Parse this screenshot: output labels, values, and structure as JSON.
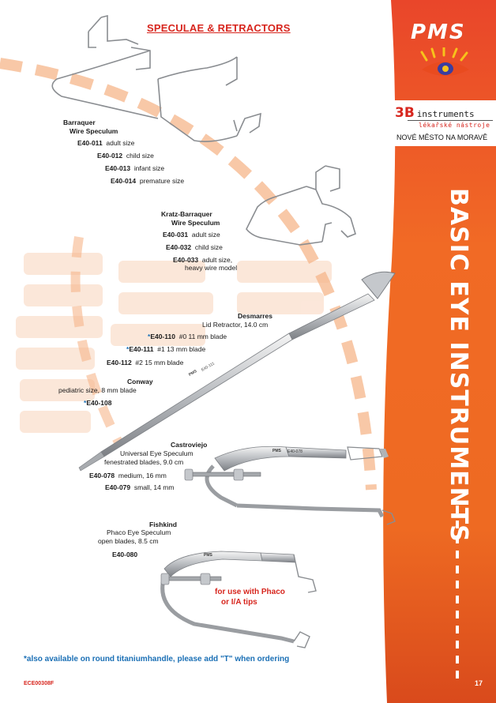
{
  "header": {
    "title": "SPECULAE & RETRACTORS"
  },
  "brand": {
    "logo_text": "PMS",
    "dealer_brand": "3B",
    "dealer_word": "instruments",
    "dealer_sub": "lékařské nástroje",
    "dealer_city": "NOVÉ MĚSTO NA MORAVĚ"
  },
  "side": {
    "title": "BASIC EYE INSTRUMENTS"
  },
  "products": {
    "barraquer": {
      "name1": "Barraquer",
      "name2": "Wire Speculum",
      "items": [
        {
          "code": "E40-011",
          "desc": "adult size"
        },
        {
          "code": "E40-012",
          "desc": "child size"
        },
        {
          "code": "E40-013",
          "desc": "infant size"
        },
        {
          "code": "E40-014",
          "desc": "premature size"
        }
      ]
    },
    "kratz": {
      "name1": "Kratz-Barraquer",
      "name2": "Wire Speculum",
      "items": [
        {
          "code": "E40-031",
          "desc": "adult size"
        },
        {
          "code": "E40-032",
          "desc": "child size"
        },
        {
          "code": "E40-033",
          "desc": "adult size,",
          "desc2": "heavy wire model"
        }
      ]
    },
    "desmarres": {
      "name1": "Desmarres",
      "name2": "Lid Retractor, 14.0 cm",
      "items": [
        {
          "star": "*",
          "code": "E40-110",
          "desc": "#0 11 mm blade"
        },
        {
          "star": "*",
          "code": "E40-111",
          "desc": "#1 13 mm blade"
        },
        {
          "star": "",
          "code": "E40-112",
          "desc": "#2 15 mm blade"
        }
      ]
    },
    "conway": {
      "name1": "Conway",
      "name2": "pediatric size, 8 mm blade",
      "star": "*",
      "code": "E40-108"
    },
    "castroviejo": {
      "name1": "Castroviejo",
      "name2": "Universal Eye Speculum",
      "name3": "fenestrated blades, 9.0 cm",
      "items": [
        {
          "code": "E40-078",
          "desc": "medium, 16 mm"
        },
        {
          "code": "E40-079",
          "desc": "small, 14 mm"
        }
      ]
    },
    "fishkind": {
      "name1": "Fishkind",
      "name2": "Phaco Eye Speculum",
      "name3": "open blades, 8.5 cm",
      "code": "E40-080"
    }
  },
  "instrument_engravings": {
    "desmarres": "E40-111",
    "desmarres_brand": "PMS",
    "castro": "E40-078",
    "castro_brand": "PMS",
    "fish_brand": "PMS"
  },
  "phaco_note": {
    "line1": "for use with Phaco",
    "line2": "or I/A tips"
  },
  "footnote": "*also available on round titaniumhandle, please add \"T\" when ordering",
  "catalog_code": "ECE00308F",
  "page_number": "17",
  "colors": {
    "accent_red": "#d7261e",
    "panel_orange": "#ee5a24",
    "star_blue": "#1a6fb5"
  }
}
